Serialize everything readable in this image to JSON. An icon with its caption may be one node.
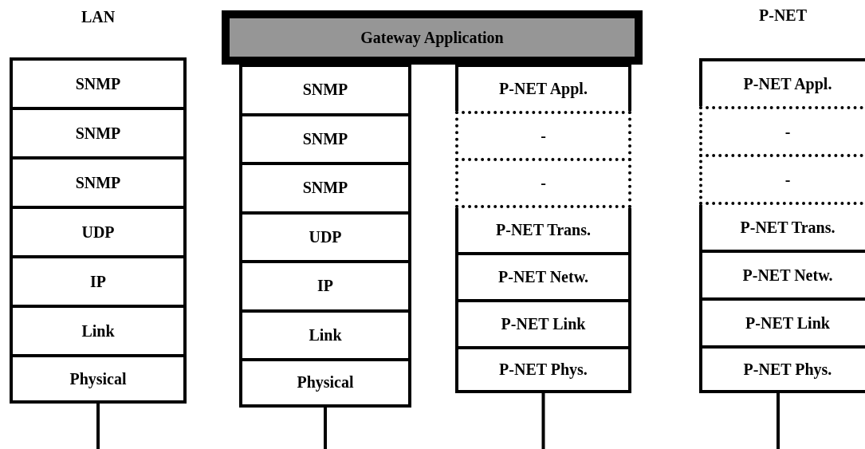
{
  "diagram": {
    "nodes": [
      {
        "text": [
          "Gateway Application"
        ]
      },
      {
        "text": [
          "SNMP"
        ]
      },
      {
        "text": [
          "SNMP"
        ]
      },
      {
        "text": [
          "SNMP"
        ]
      },
      {
        "text": [
          "UDP"
        ]
      },
      {
        "text": [
          "IP"
        ]
      },
      {
        "text": [
          "Link"
        ]
      },
      {
        "text": [
          "Physical"
        ]
      },
      {
        "text": [
          "SNMP"
        ]
      },
      {
        "text": [
          "SNMP"
        ]
      },
      {
        "text": [
          "SNMP"
        ]
      },
      {
        "text": [
          "UDP"
        ]
      },
      {
        "text": [
          "IP"
        ]
      },
      {
        "text": [
          "Link"
        ]
      },
      {
        "text": [
          "Physical"
        ]
      },
      {
        "text": [
          "P-NET Appl."
        ]
      },
      {
        "text": [
          "-"
        ]
      },
      {
        "text": [
          "-"
        ]
      },
      {
        "text": [
          "P-NET Trans."
        ]
      },
      {
        "text": [
          "P-NET Netw."
        ]
      },
      {
        "text": [
          "P-NET Link"
        ]
      },
      {
        "text": [
          "P-NET Phys."
        ]
      },
      {
        "text": [
          "P-NET Appl."
        ]
      },
      {
        "text": [
          "-"
        ]
      },
      {
        "text": [
          "-"
        ]
      },
      {
        "text": [
          "P-NET Trans."
        ]
      },
      {
        "text": [
          "P-NET Netw."
        ]
      },
      {
        "text": [
          "P-NET Link"
        ]
      },
      {
        "text": [
          "P-NET Phys."
        ]
      }
    ],
    "edges": [
      {
        "from": 7,
        "to": null,
        "arrow": "none"
      },
      {
        "from": 14,
        "to": null,
        "arrow": "none"
      },
      {
        "from": 21,
        "to": null,
        "arrow": "none"
      },
      {
        "from": 28,
        "to": null,
        "arrow": "none"
      }
    ],
    "labels": [
      "LAN",
      "P-NET"
    ]
  }
}
